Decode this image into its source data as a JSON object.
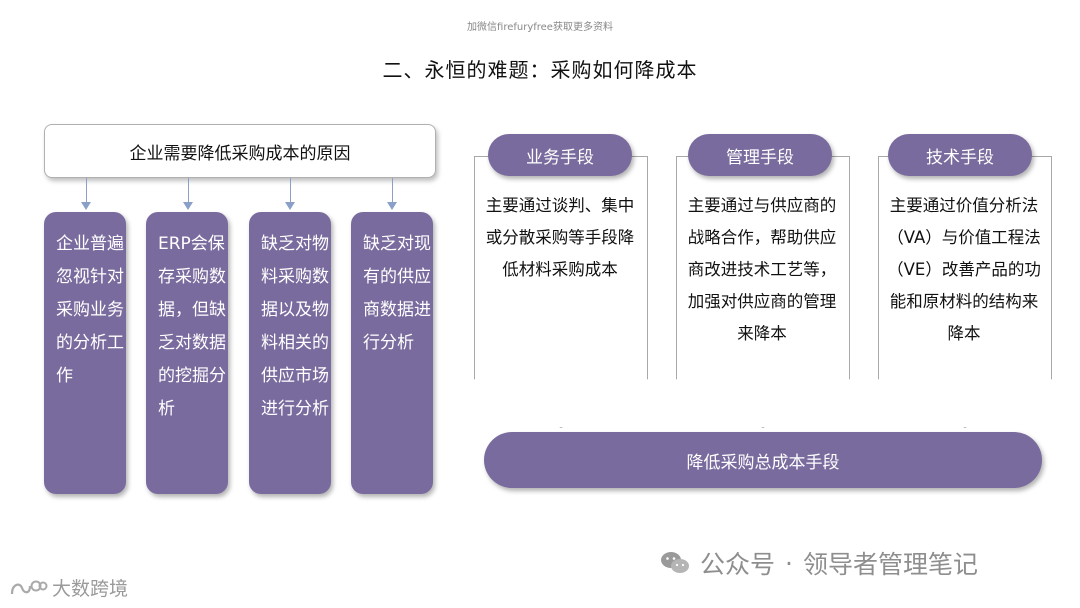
{
  "top_note": "加微信firefuryfree获取更多资料",
  "title": "二、永恒的难题：采购如何降成本",
  "reasons": {
    "header": "企业需要降低采购成本的原因",
    "items": [
      "企业普遍忽视针对采购业务的分析工作",
      "ERP会保存采购数据，但缺乏对数据的挖掘分析",
      "缺乏对物料采购数据以及物料相关的供应市场进行分析",
      "缺乏对现有的供应商数据进行分析"
    ]
  },
  "methods": [
    {
      "label": "业务手段",
      "text": "主要通过谈判、集中或分散采购等手段降低材料采购成本"
    },
    {
      "label": "管理手段",
      "text": "主要通过与供应商的战略合作，帮助供应商改进技术工艺等，加强对供应商的管理来降本"
    },
    {
      "label": "技术手段",
      "text": "主要通过价值分析法（VA）与价值工程法（VE）改善产品的功能和原材料的结构来降本"
    }
  ],
  "bottom_bar": "降低采购总成本手段",
  "watermark_right": {
    "prefix": "公众号",
    "separator": "·",
    "name": "领导者管理笔记"
  },
  "watermark_left": "大数跨境",
  "colors": {
    "accent": "#7a6b9e",
    "arrow": "#8aa0c8"
  }
}
